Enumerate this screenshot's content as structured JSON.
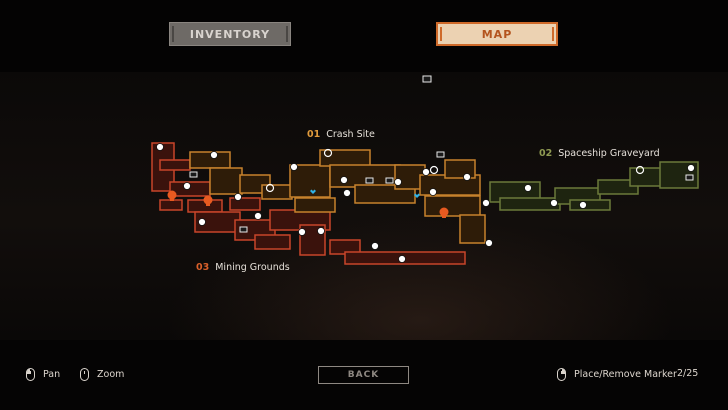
{
  "tabs": {
    "inventory": "INVENTORY",
    "map": "MAP"
  },
  "regions": [
    {
      "num": "01",
      "name": "Crash Site",
      "color": "#e09a3c"
    },
    {
      "num": "02",
      "name": "Spaceship Graveyard",
      "color": "#8f9a52"
    },
    {
      "num": "03",
      "name": "Mining Grounds",
      "color": "#d9602a"
    }
  ],
  "controls": {
    "pan": "Pan",
    "zoom": "Zoom",
    "back": "BACK",
    "marker": "Place/Remove Marker",
    "marker_count": "2/25"
  },
  "icons": [
    "skull-icon",
    "sword-shield-icon",
    "chest-icon",
    "portal-icon",
    "heart-icon",
    "mouse-icon"
  ]
}
